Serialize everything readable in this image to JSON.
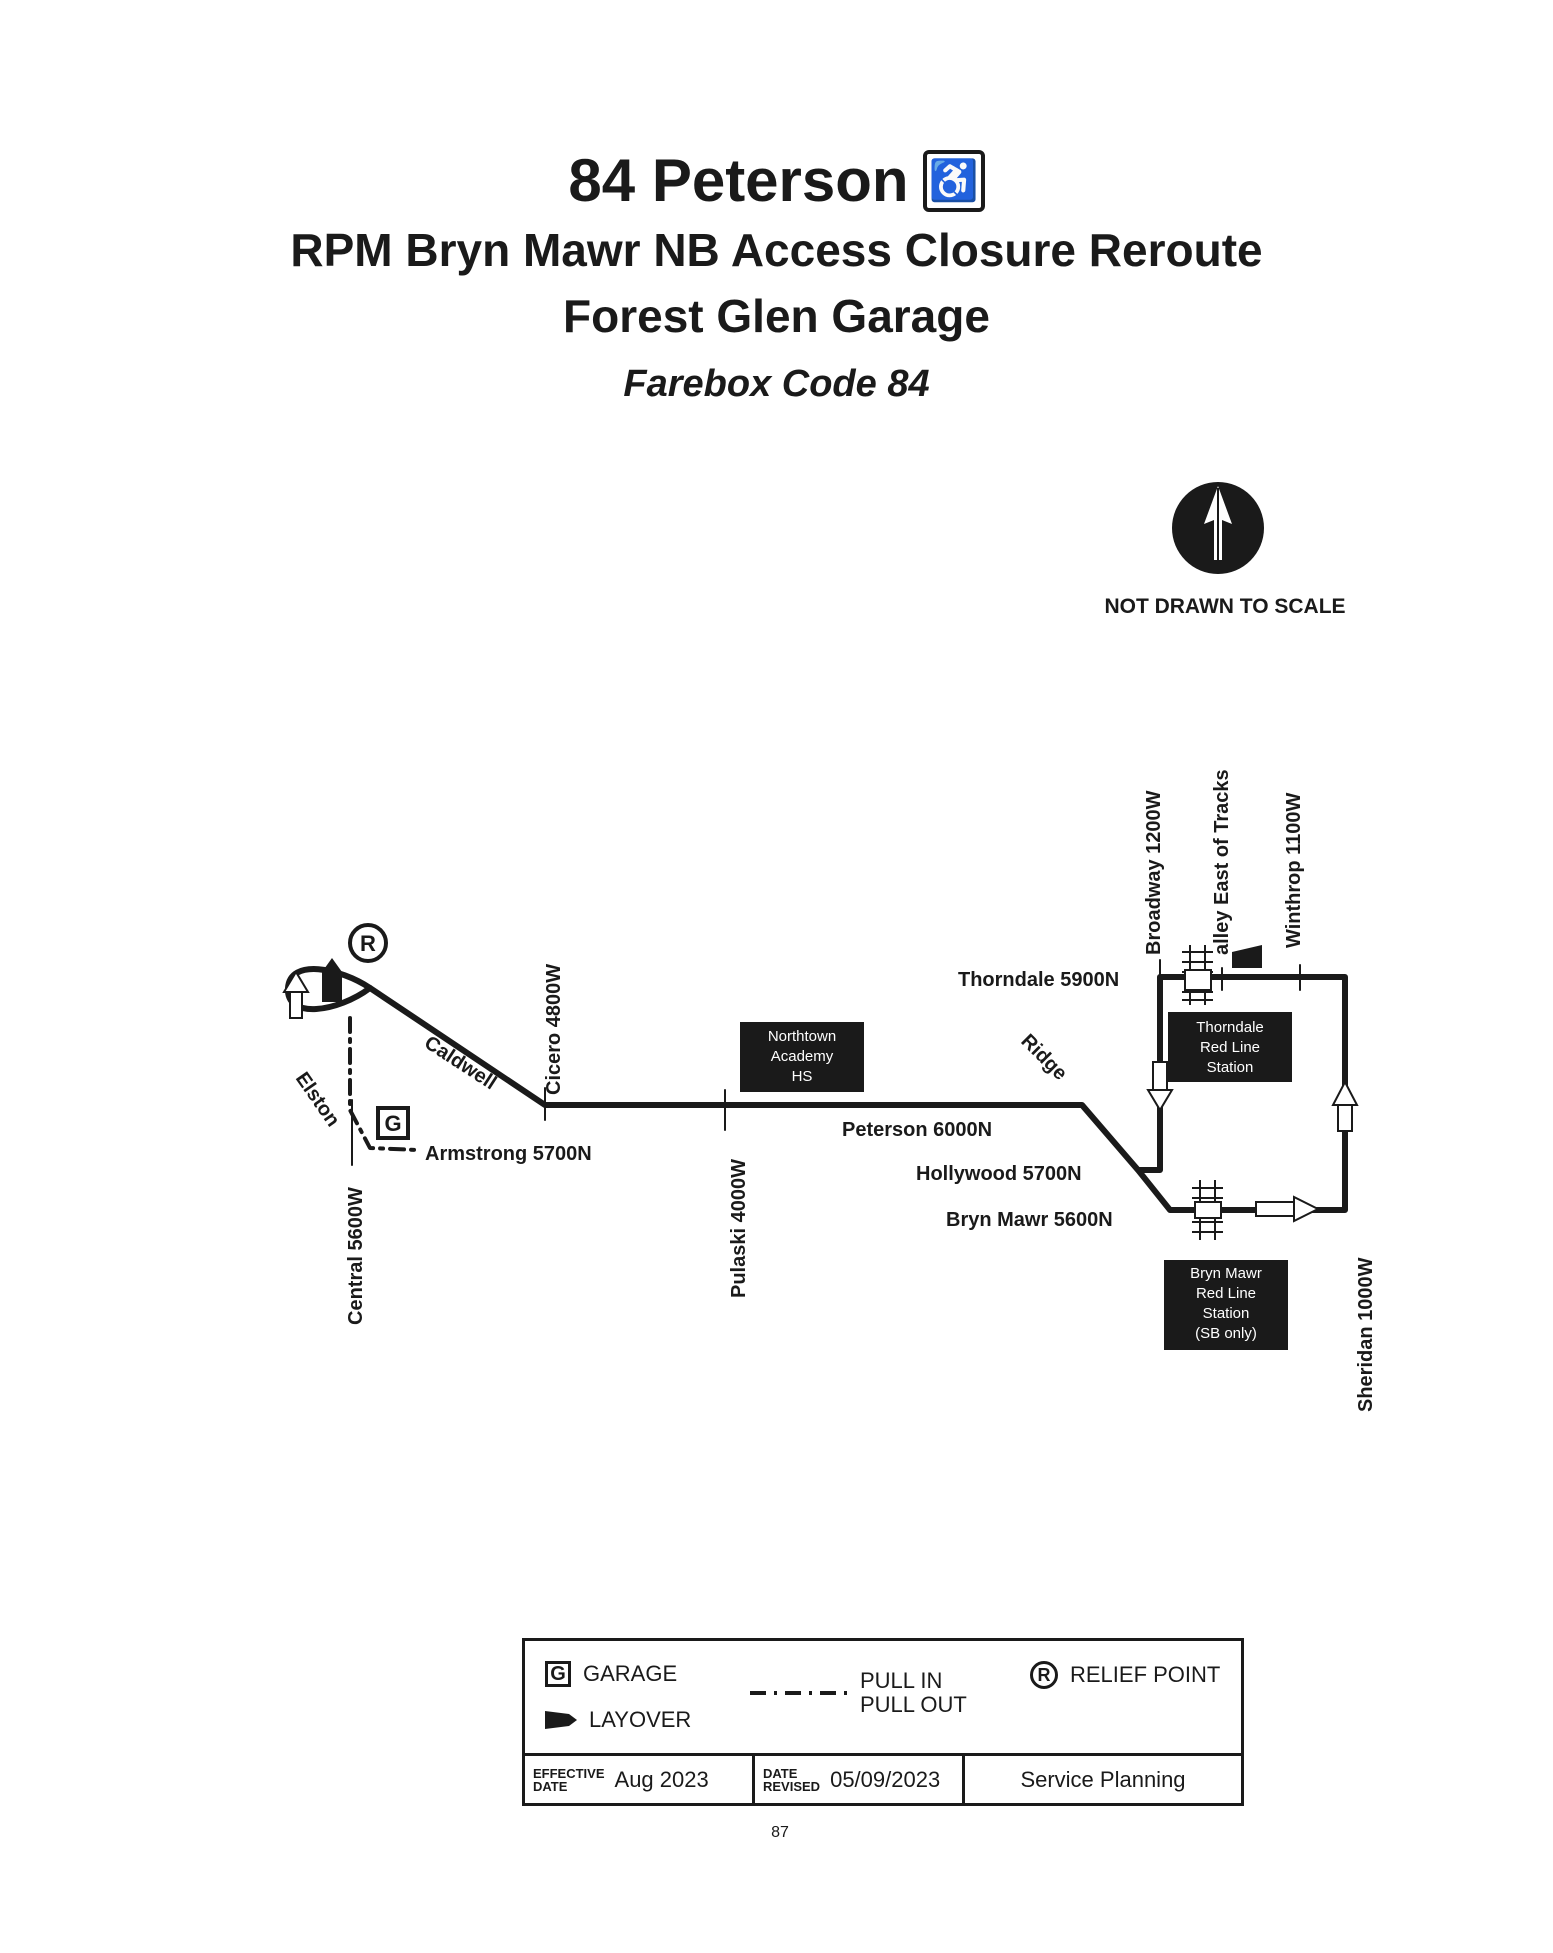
{
  "title": {
    "route": "84 Peterson",
    "accessible_symbol": "♿",
    "subtitle": "RPM Bryn Mawr NB Access Closure Reroute",
    "garage": "Forest Glen Garage",
    "farebox": "Farebox Code 84"
  },
  "north_arrow": {
    "note": "NOT DRAWN TO SCALE",
    "icon": "north-arrow-icon"
  },
  "map": {
    "streets": {
      "cicero": "Cicero 4800W",
      "caldwell": "Caldwell",
      "elston": "Elston",
      "central": "Central 5600W",
      "armstrong": "Armstrong 5700N",
      "pulaski": "Pulaski 4000W",
      "peterson": "Peterson 6000N",
      "ridge": "Ridge",
      "hollywood": "Hollywood 5700N",
      "bryn_mawr": "Bryn Mawr 5600N",
      "thorndale": "Thorndale 5900N",
      "broadway": "Broadway 1200W",
      "alley": "alley East of Tracks",
      "winthrop": "Winthrop 1100W",
      "sheridan": "Sheridan 1000W"
    },
    "places": {
      "northtown": [
        "Northtown",
        "Academy",
        "HS"
      ],
      "thorndale_station": [
        "Thorndale",
        "Red Line",
        "Station"
      ],
      "bryn_mawr_station": [
        "Bryn Mawr",
        "Red Line",
        "Station",
        "(SB only)"
      ]
    },
    "markers": {
      "garage": "G",
      "relief": "R"
    }
  },
  "legend": {
    "garage_symbol": "G",
    "garage_label": "GARAGE",
    "layover_label": "LAYOVER",
    "pull_in": "PULL IN",
    "pull_out": "PULL OUT",
    "relief_symbol": "R",
    "relief_label": "RELIEF POINT",
    "effective_label_1": "EFFECTIVE",
    "effective_label_2": "DATE",
    "effective_value": "Aug 2023",
    "revised_label_1": "DATE",
    "revised_label_2": "REVISED",
    "revised_value": "05/09/2023",
    "department": "Service Planning"
  },
  "page_number": "87"
}
